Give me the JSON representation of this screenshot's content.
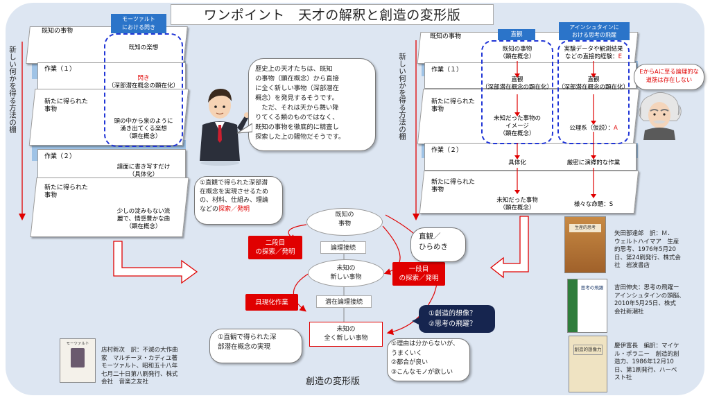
{
  "title": "ワンポイント　天才の解釈と創造の変形版",
  "footer_title": "創造の変形版",
  "left_panel": {
    "side_label": "新しい何かを得る方法の棚",
    "tag_mozart": "モーツァルト\nにおける閃き",
    "rows": [
      {
        "label": "既知の事物",
        "content": "既知の楽想"
      },
      {
        "label": "作業（１）",
        "content_red": "閃き",
        "content": "（深部潜在概念の顕在化）"
      },
      {
        "label": "新たに得られた\n事物",
        "content": "頭の中から泉のように\n湧き出てくる楽想\n（顕在概念）"
      },
      {
        "label": "作業（２）",
        "content": "譜面に書き写すだけ\n（具体化）"
      },
      {
        "label": "新たに得られた\n事物",
        "content": "少しの淀みもない流\n麗で、情感豊かな曲\n（顕在概念）"
      }
    ]
  },
  "right_panel": {
    "side_label": "新しい何かを得る方法の棚",
    "tag_intuition": "直観",
    "tag_einstein": "アインシュタインに\nおける思考の飛躍",
    "rows": [
      {
        "label": "既知の事物",
        "mid": "既知の事物\n（顕在概念）",
        "right": "実験データや観測結果\nなどの直接的経験：",
        "right_red": "E"
      },
      {
        "label": "作業（１）",
        "mid": "直観\n（深部潜在概念の顕在化）",
        "right": "直観\n（深部潜在概念の顕在化）"
      },
      {
        "label": "新たに得られた\n事物",
        "mid": "未知だった事物の\nイメージ\n（顕在概念）",
        "right": "公理系（仮説）：",
        "right_red": "A"
      },
      {
        "label": "作業（２）",
        "mid": "具体化",
        "right": "厳密に演繹的な作業"
      },
      {
        "label": "新たに得られた\n事物",
        "mid": "未知だった事物\n（顕在概念）",
        "right": "様々な命題：S"
      }
    ],
    "einstein_note": "EからAに至る論理的な\n道筋は存在しない"
  },
  "speech": "歴史上の天才たちは、既知\nの事物（顕在概念）から直接\nに全く新しい事物（深部潜在\n概念）を発見するそうです。\n　ただ、それは天から舞い降\nりてくる類のものではなく、\n既知の事物を徹底的に精査し\n探索した上の賜物だそうです。",
  "note_1_prefix": "①直観で得られた深部潜\n在概念を実現させるため\nの、材料、仕組み、理論\nなどの",
  "note_1_red": "探索／発明",
  "flow": {
    "known": "既知の\n事物",
    "logic_connect": "論理接続",
    "unknown_new": "未知の\n新しい事物",
    "latent_connect": "潜在論理接続",
    "unknown_totally": "未知の\n全く新しい事物",
    "box_two_stage": "二段目\nの探索／発明",
    "box_one_stage": "一段目\nの探索／発明",
    "box_concretize": "具現化作業",
    "intuition": "直観／\nひらめき",
    "question": "①創造的想像？\n②思考の飛躍？",
    "note_reason": "①理由は分からないが、\nうまくいく\n②都合が良い\n③こんなモノが欲しい",
    "note_realize": "①直観で得られた深\n部潜在概念の実現"
  },
  "books": [
    {
      "caption": "矢田部達郎　訳：Ｍ．\nウェルトハイマア　生産\n的思考、1976年5月20\n日、第24刷発行、株式会\n社　岩波書店",
      "cover_title": "生産的思考"
    },
    {
      "caption": "吉田伸夫：思考の飛躍ー\nアインシュタインの頭脳、\n2010年5月25日、株式\n会社新潮社",
      "cover_title": "思考の飛躍"
    },
    {
      "caption": "慶伊富長　編訳：マイケ\nル・ポラニー　創造的創\n造力、1986年12月10\n日、第1刷発行、ハーベ\nスト社",
      "cover_title": "創造的想像力"
    },
    {
      "caption": "店村新次　訳：不滅の大作曲\n家　マルチーヌ・カディユ著\nモーツァルト、昭和五十八年\n七月二十日第八刷発行、株式\n会社　音楽之友社",
      "cover_title": "モーツァルト"
    }
  ],
  "colors": {
    "red": "#e00000",
    "band": "#9fc3e6",
    "dash": "#2035d6",
    "tag": "#2b74c9",
    "navy": "#16254f",
    "bg": "#dde6f2"
  }
}
